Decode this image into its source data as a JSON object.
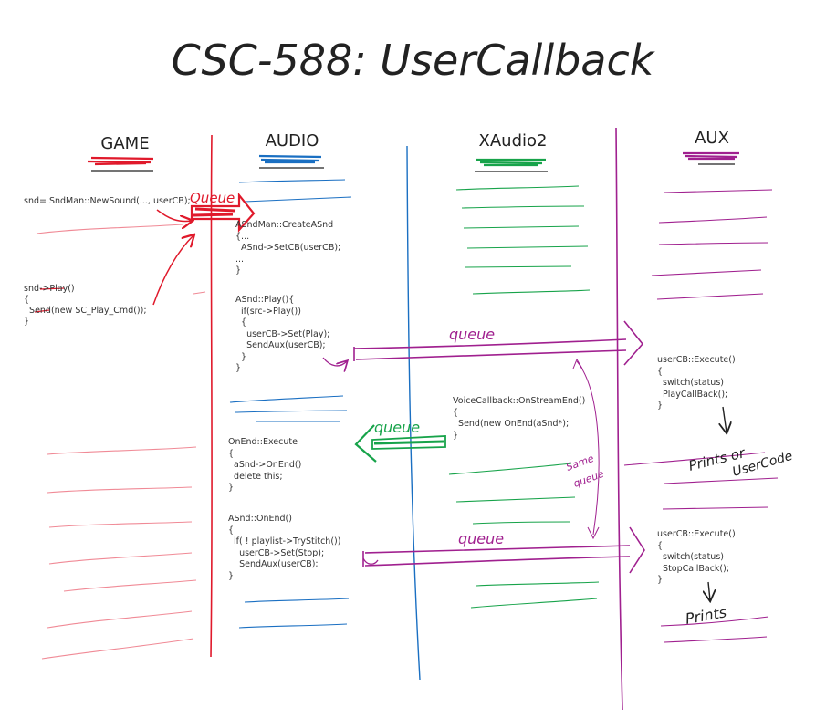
{
  "title": "CSC-588: UserCallback",
  "lanes": {
    "game": "GAME",
    "audio": "AUDIO",
    "xaudio": "XAudio2",
    "aux": "AUX"
  },
  "game_code": {
    "new_sound": "snd= SndMan::NewSound(..., userCB);",
    "play_line": "snd->Play()",
    "brace_open": "{",
    "send_line": "  Send(new SC_Play_Cmd());",
    "brace_close": "}"
  },
  "audio_code": {
    "create_snd": "ASndMan::CreateASnd\n{...\n  ASnd->SetCB(userCB);\n...\n}",
    "play": "ASnd::Play(){\n  if(src->Play())\n  {\n    userCB->Set(Play);\n    SendAux(userCB);\n  }\n}",
    "on_end_execute": "OnEnd::Execute\n{\n  aSnd->OnEnd()\n  delete this;\n}",
    "asnd_on_end": "ASnd::OnEnd()\n{\n  if( ! playlist->TryStitch())\n    userCB->Set(Stop);\n    SendAux(userCB);\n}"
  },
  "xaudio_code": {
    "stream_end": "VoiceCallback::OnStreamEnd()\n{\n  Send(new OnEnd(aSnd*);\n}"
  },
  "aux_code": {
    "execute_play": "userCB::Execute()\n{\n  switch(status)\n  PlayCallBack();\n}",
    "execute_stop": "userCB::Execute()\n{\n  switch(status)\n  StopCallBack();\n}"
  },
  "annotations": {
    "queue_red": "Queue",
    "queue_top": "queue",
    "queue_green": "queue",
    "queue_bottom": "queue",
    "same_queue_1": "Same",
    "same_queue_2": "queue",
    "prints_or": "Prints or",
    "user_code": "UserCode",
    "prints": "Prints"
  },
  "colors": {
    "red": "#e0192b",
    "blue": "#1a6fc2",
    "green": "#17a34a",
    "purple": "#a0208f",
    "ink": "#222222",
    "pink_line": "#f08a96"
  }
}
